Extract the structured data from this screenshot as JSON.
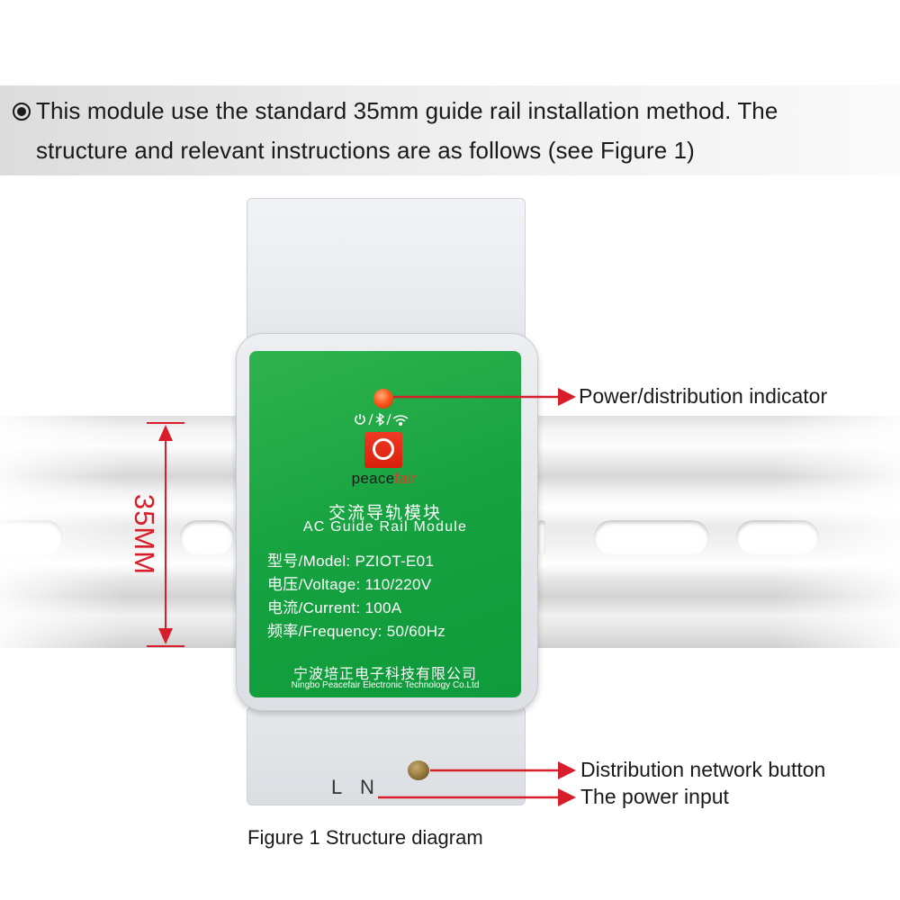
{
  "header": {
    "line1": "This module use the standard 35mm guide rail installation method. The",
    "line2": "structure and relevant instructions are as follows (see Figure 1)"
  },
  "dimension": {
    "label": "35MM",
    "color": "#d81e2a"
  },
  "module": {
    "brand_part1": "peace",
    "brand_part2": "fair",
    "title_cn": "交流导轨模块",
    "title_en": "AC Guide Rail Module",
    "specs": [
      "型号/Model: PZIOT-E01",
      "电压/Voltage: 110/220V",
      "电流/Current: 100A",
      "频率/Frequency: 50/60Hz"
    ],
    "company_cn": "宁波培正电子科技有限公司",
    "company_en": "Ningbo Peacefair Electronic Technology Co.Ltd",
    "terminal_l": "L",
    "terminal_n": "N",
    "panel_color": "#16a240",
    "led_color": "#ff5a1e"
  },
  "annotations": {
    "indicator": "Power/distribution indicator",
    "button": "Distribution network button",
    "power": "The power input",
    "arrow_color": "#d81e2a"
  },
  "caption": "Figure 1 Structure diagram"
}
